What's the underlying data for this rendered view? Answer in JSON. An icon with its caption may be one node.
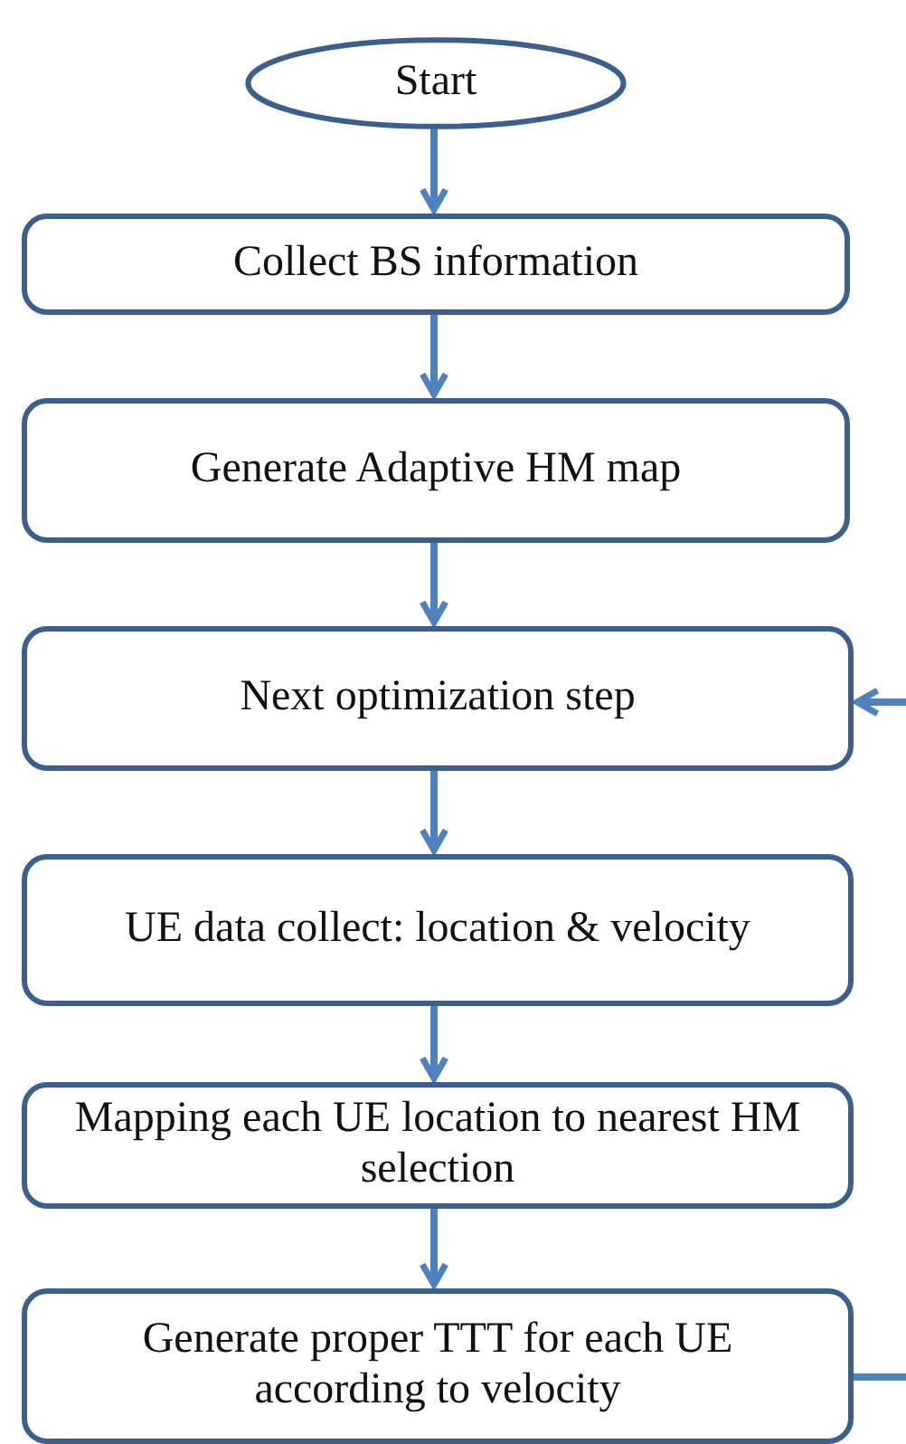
{
  "diagram": {
    "nodes": [
      {
        "text": [
          "Start"
        ]
      },
      {
        "text": [
          "Collect BS information"
        ]
      },
      {
        "text": [
          "Generate Adaptive HM map"
        ]
      },
      {
        "text": [
          "Next optimization step"
        ]
      },
      {
        "text": [
          "UE data collect: location &  velocity"
        ]
      },
      {
        "text": [
          "Mapping each UE location to nearest HM selection"
        ]
      },
      {
        "text": [
          "Generate proper TTT for each UE according to velocity"
        ]
      }
    ],
    "edges": [
      {
        "from": 0,
        "to": 1,
        "arrow": "to"
      },
      {
        "from": 1,
        "to": 2,
        "arrow": "to"
      },
      {
        "from": 2,
        "to": 3,
        "arrow": "to"
      },
      {
        "from": 3,
        "to": 4,
        "arrow": "to"
      },
      {
        "from": 4,
        "to": 5,
        "arrow": "to"
      },
      {
        "from": 5,
        "to": 6,
        "arrow": "to"
      },
      {
        "from": null,
        "to": 3,
        "arrow": "to"
      },
      {
        "from": 6,
        "to": null,
        "arrow": "none"
      }
    ]
  }
}
